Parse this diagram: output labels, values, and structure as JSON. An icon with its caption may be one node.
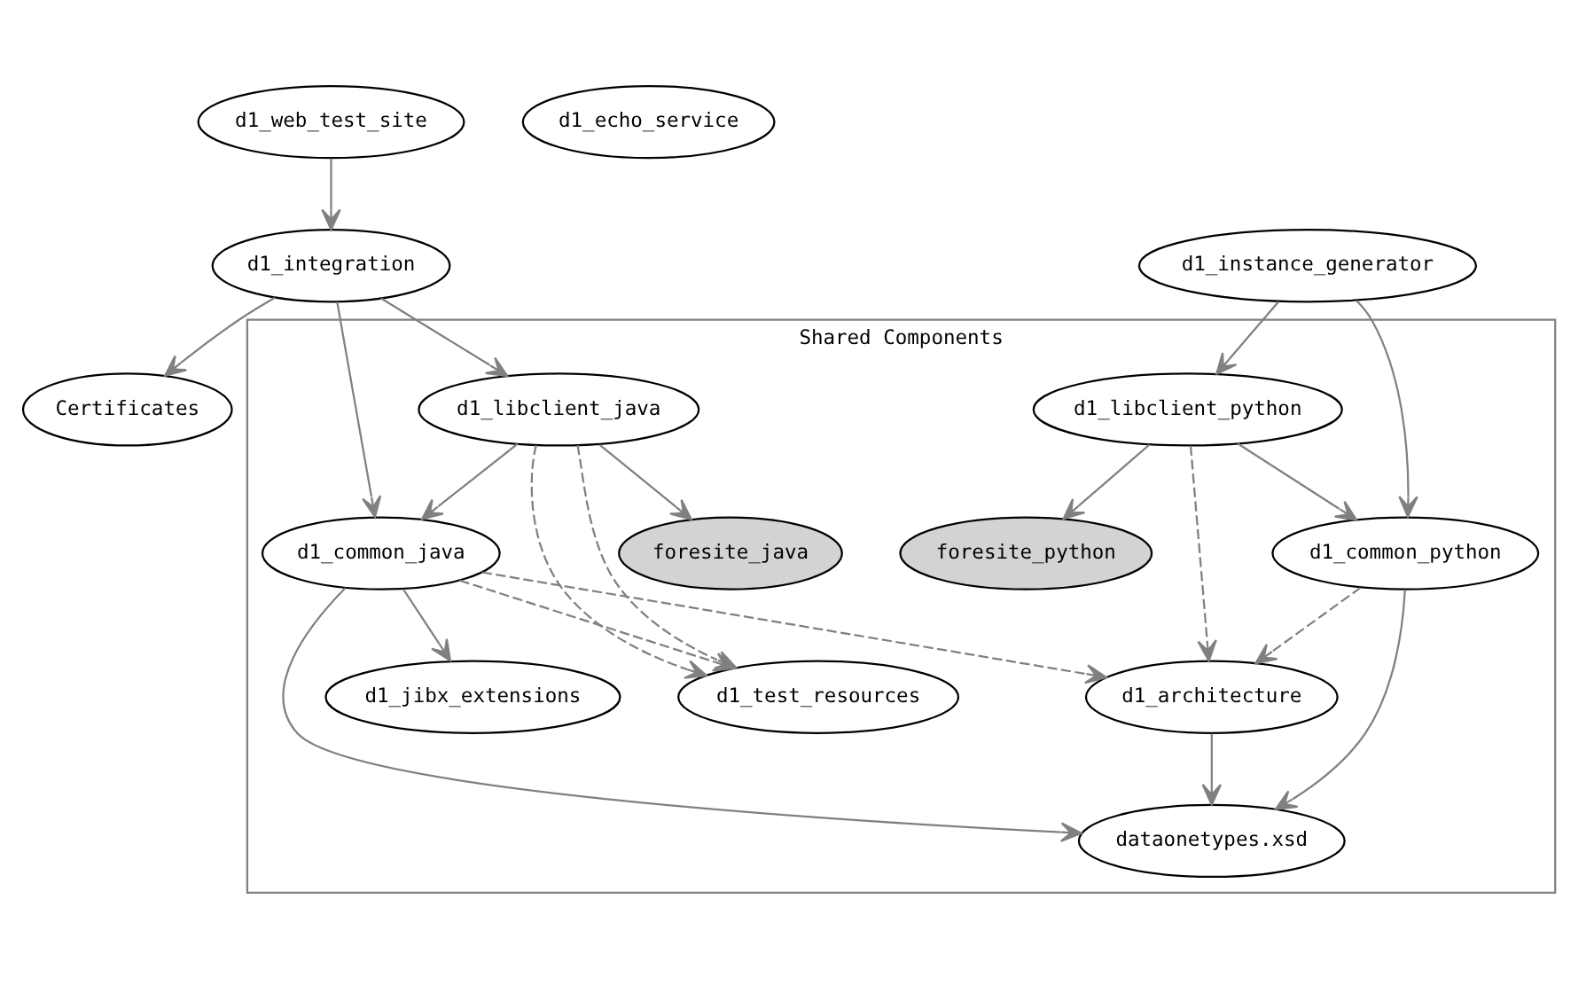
{
  "diagram": {
    "nodes": [
      {
        "text": [
          "d1_web_test_site"
        ]
      },
      {
        "text": [
          "d1_echo_service"
        ]
      },
      {
        "text": [
          "d1_integration"
        ]
      },
      {
        "text": [
          "d1_instance_generator"
        ]
      },
      {
        "text": [
          "Certificates"
        ]
      },
      {
        "text": [
          "Shared Components"
        ]
      },
      {
        "text": [
          "d1_libclient_java"
        ],
        "in": 5
      },
      {
        "text": [
          "d1_libclient_python"
        ],
        "in": 5
      },
      {
        "text": [
          "d1_common_java"
        ],
        "in": 5
      },
      {
        "text": [
          "foresite_java"
        ],
        "in": 5
      },
      {
        "text": [
          "foresite_python"
        ],
        "in": 5
      },
      {
        "text": [
          "d1_common_python"
        ],
        "in": 5
      },
      {
        "text": [
          "d1_jibx_extensions"
        ],
        "in": 5
      },
      {
        "text": [
          "d1_test_resources"
        ],
        "in": 5
      },
      {
        "text": [
          "d1_architecture"
        ],
        "in": 5
      },
      {
        "text": [
          "dataonetypes.xsd"
        ],
        "in": 5
      }
    ],
    "edges": [
      {
        "from": 0,
        "to": 2,
        "arrow": "to"
      },
      {
        "from": 2,
        "to": 4,
        "arrow": "to"
      },
      {
        "from": 2,
        "to": 8,
        "arrow": "to"
      },
      {
        "from": 2,
        "to": 6,
        "arrow": "to"
      },
      {
        "from": 3,
        "to": 7,
        "arrow": "to"
      },
      {
        "from": 3,
        "to": 11,
        "arrow": "to"
      },
      {
        "from": 6,
        "to": 8,
        "arrow": "to"
      },
      {
        "from": 6,
        "to": 9,
        "arrow": "to"
      },
      {
        "from": 6,
        "to": 13,
        "arrow": "to",
        "style": "dashed"
      },
      {
        "from": 6,
        "to": 13,
        "arrow": "to",
        "style": "dashed"
      },
      {
        "from": 7,
        "to": 10,
        "arrow": "to"
      },
      {
        "from": 7,
        "to": 11,
        "arrow": "to"
      },
      {
        "from": 7,
        "to": 14,
        "arrow": "to",
        "style": "dashed"
      },
      {
        "from": 8,
        "to": 12,
        "arrow": "to"
      },
      {
        "from": 8,
        "to": 13,
        "arrow": "to",
        "style": "dashed"
      },
      {
        "from": 8,
        "to": 14,
        "arrow": "to",
        "style": "dashed"
      },
      {
        "from": 8,
        "to": 15,
        "arrow": "to"
      },
      {
        "from": 11,
        "to": 14,
        "arrow": "to",
        "style": "dashed"
      },
      {
        "from": 11,
        "to": 15,
        "arrow": "to"
      },
      {
        "from": 14,
        "to": 15,
        "arrow": "to"
      }
    ]
  }
}
